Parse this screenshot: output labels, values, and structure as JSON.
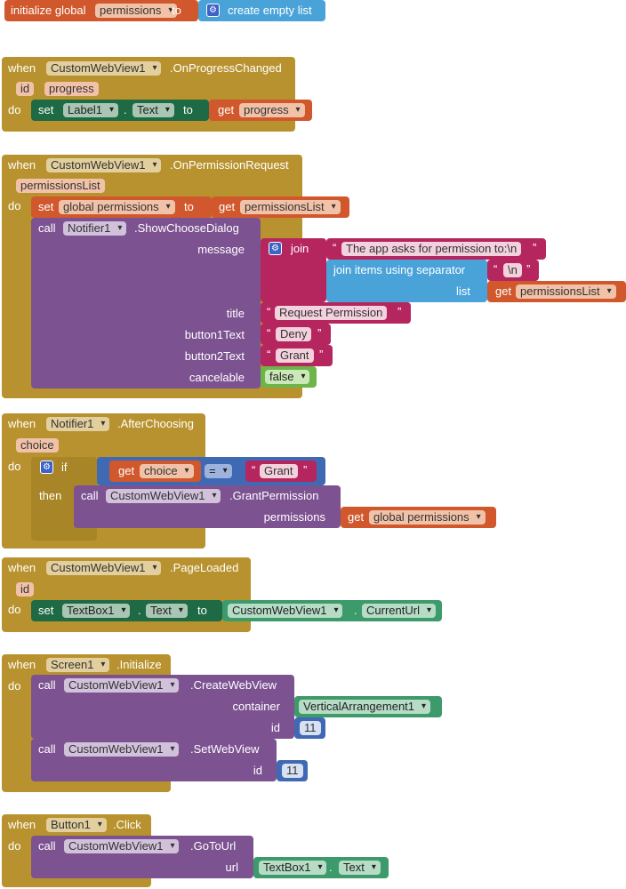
{
  "init": {
    "prefix": "initialize global",
    "var_name": "permissions",
    "to": "to",
    "value": "create empty list"
  },
  "progress_event": {
    "when": "when",
    "component": "CustomWebView1",
    "event": ".OnProgressChanged",
    "params": [
      "id",
      "progress"
    ],
    "do": "do",
    "set": "set",
    "target": "Label1",
    "dot": ".",
    "property": "Text",
    "to": "to",
    "get": "get",
    "get_var": "progress"
  },
  "permission_event": {
    "when": "when",
    "component": "CustomWebView1",
    "event": ".OnPermissionRequest",
    "params": [
      "permissionsList"
    ],
    "do": "do",
    "set": "set",
    "set_var": "global permissions",
    "to": "to",
    "get": "get",
    "get_var": "permissionsList",
    "call": "call",
    "notifier": "Notifier1",
    "method": ".ShowChooseDialog",
    "message_label": "message",
    "join": "join",
    "join_text": "The app asks for permission to:\\n",
    "join_items": "join items using separator",
    "separator": "\\n",
    "list_label": "list",
    "list_get": "get",
    "list_var": "permissionsList",
    "title_label": "title",
    "title_value": "Request Permission",
    "button1_label": "button1Text",
    "button1_value": "Deny",
    "button2_label": "button2Text",
    "button2_value": "Grant",
    "cancelable_label": "cancelable",
    "cancelable_value": "false"
  },
  "choosing_event": {
    "when": "when",
    "component": "Notifier1",
    "event": ".AfterChoosing",
    "params": [
      "choice"
    ],
    "do": "do",
    "if": "if",
    "get": "get",
    "get_var": "choice",
    "op": "=",
    "compare_value": "Grant",
    "then": "then",
    "call": "call",
    "component_call": "CustomWebView1",
    "method": ".GrantPermission",
    "permissions_label": "permissions",
    "perm_get": "get",
    "perm_var": "global permissions"
  },
  "loaded_event": {
    "when": "when",
    "component": "CustomWebView1",
    "event": ".PageLoaded",
    "params": [
      "id"
    ],
    "do": "do",
    "set": "set",
    "target": "TextBox1",
    "dot": ".",
    "property": "Text",
    "to": "to",
    "src_component": "CustomWebView1",
    "src_property": "CurrentUrl"
  },
  "init_event": {
    "when": "when",
    "component": "Screen1",
    "event": ".Initialize",
    "do": "do",
    "call1": "call",
    "call1_component": "CustomWebView1",
    "call1_method": ".CreateWebView",
    "container_label": "container",
    "container_value": "VerticalArrangement1",
    "id_label": "id",
    "id_value": "11",
    "call2": "call",
    "call2_component": "CustomWebView1",
    "call2_method": ".SetWebView",
    "id2_label": "id",
    "id2_value": "11"
  },
  "click_event": {
    "when": "when",
    "component": "Button1",
    "event": ".Click",
    "do": "do",
    "call": "call",
    "call_component": "CustomWebView1",
    "method": ".GoToUrl",
    "url_label": "url",
    "url_component": "TextBox1",
    "dot": ".",
    "url_property": "Text"
  }
}
